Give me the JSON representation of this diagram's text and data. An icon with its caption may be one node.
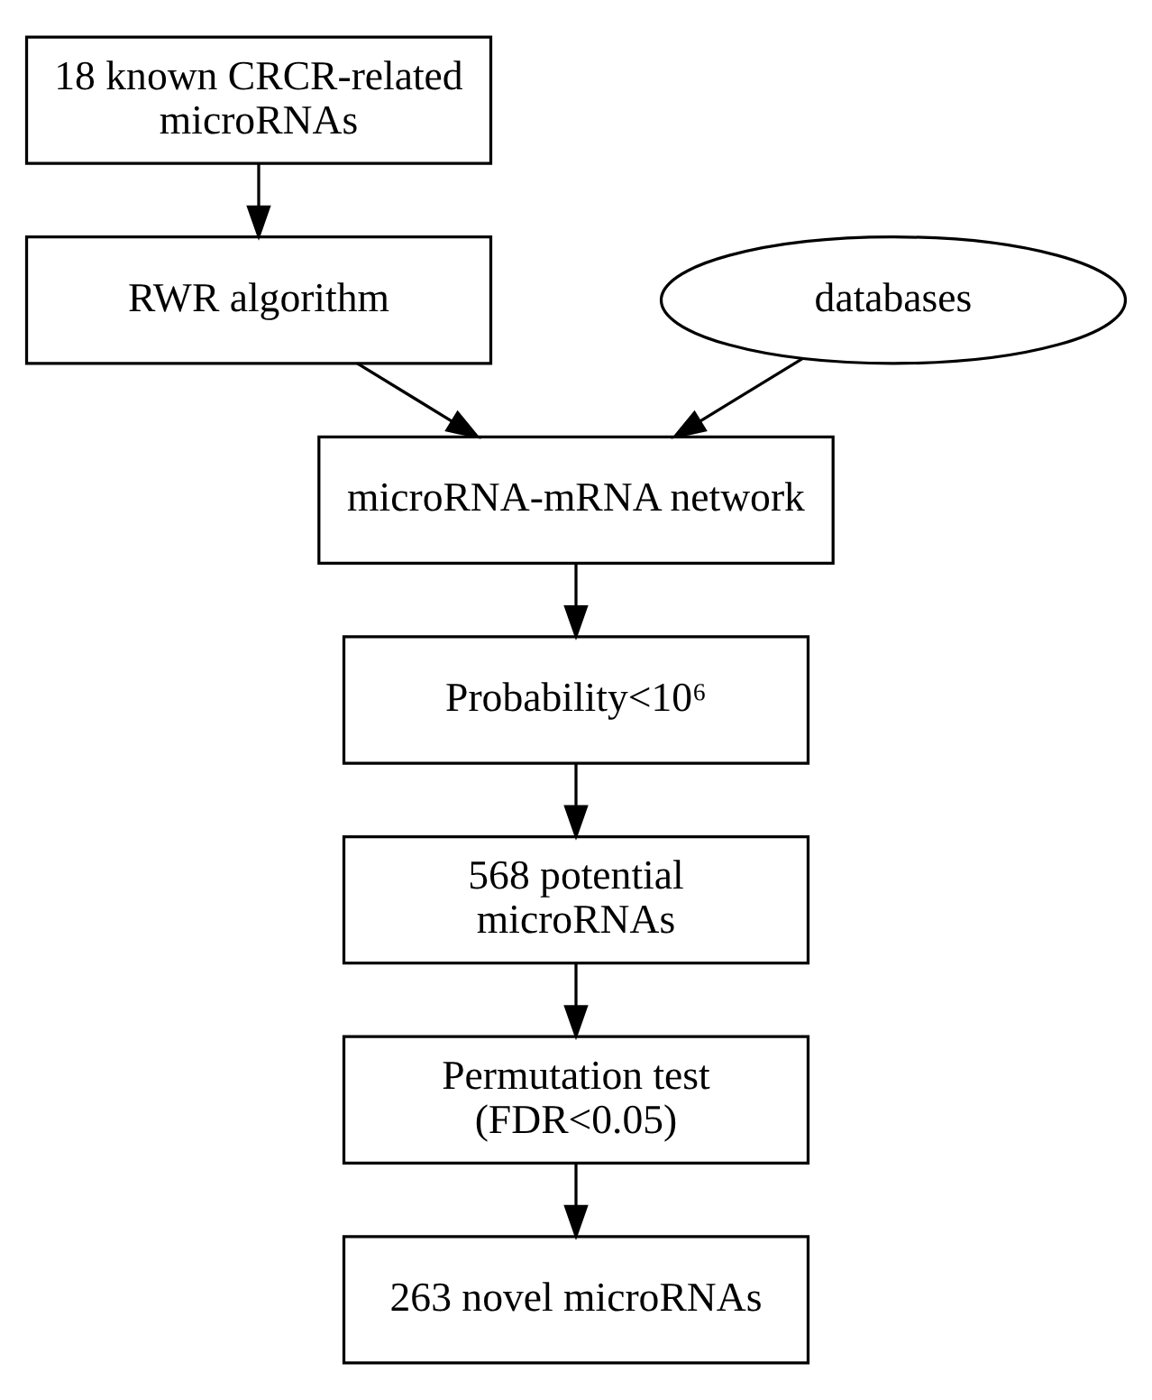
{
  "diagram": {
    "nodes": [
      {
        "text": [
          "18 known CRCR-related microRNAs"
        ]
      },
      {
        "text": [
          "RWR algorithm"
        ]
      },
      {
        "text": [
          "databases"
        ]
      },
      {
        "text": [
          "microRNA-mRNA network"
        ]
      },
      {
        "text": [
          "Probability<10⁶"
        ]
      },
      {
        "text": [
          "568 potential microRNAs"
        ]
      },
      {
        "text": [
          "Permutation test (FDR<0.05)"
        ]
      },
      {
        "text": [
          "263 novel microRNAs"
        ]
      }
    ],
    "edges": [
      {
        "from": 0,
        "to": 1,
        "arrow": "to"
      },
      {
        "from": 1,
        "to": 3,
        "arrow": "to"
      },
      {
        "from": 2,
        "to": 3,
        "arrow": "to"
      },
      {
        "from": 3,
        "to": 4,
        "arrow": "to"
      },
      {
        "from": 4,
        "to": 5,
        "arrow": "to"
      },
      {
        "from": 5,
        "to": 6,
        "arrow": "to"
      },
      {
        "from": 6,
        "to": 7,
        "arrow": "to"
      }
    ]
  }
}
